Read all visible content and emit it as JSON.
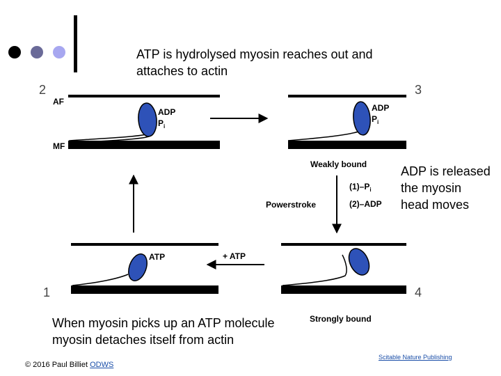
{
  "slide": {
    "dots": [
      {
        "color": "#000000"
      },
      {
        "color": "#6a6a98"
      },
      {
        "color": "#a7a7f0"
      }
    ],
    "title": "ATP is hydrolysed myosin reaches out and attaches to actin",
    "right_note": "ADP is released the myosin head moves",
    "bottom_note": "When myosin picks up an ATP molecule myosin detaches itself from actin",
    "footer_text": "© 2016 Paul Billiet ",
    "footer_link": "ODWS",
    "credit": "Scitable Nature Publishing"
  },
  "diagram": {
    "labels": {
      "af": "AF",
      "mf": "MF",
      "adp": "ADP",
      "pi": "P",
      "pi_sub": "i",
      "atp": "ATP",
      "weakly_bound": "Weakly bound",
      "powerstroke": "Powerstroke",
      "step_1_pi": "(1)–P",
      "step_1_pi_sub": "i",
      "step_2_adp": "(2)–ADP",
      "plus_atp": "+ ATP",
      "strongly_bound": "Strongly bound",
      "n1": "1",
      "n2": "2",
      "n3": "3",
      "n4": "4"
    },
    "colors": {
      "myosin_head": "#2e52b8",
      "filament": "#000000"
    }
  }
}
